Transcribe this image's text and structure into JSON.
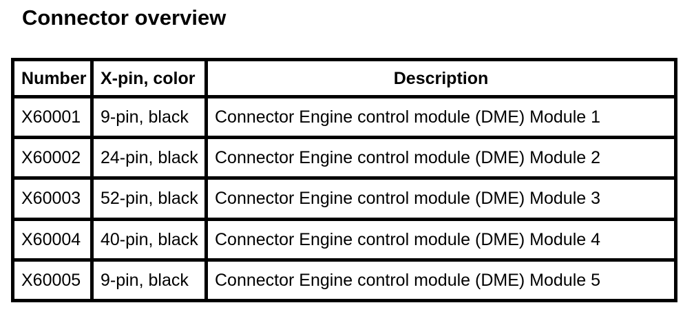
{
  "page": {
    "title": "Connector overview"
  },
  "table": {
    "headers": {
      "number": "Number",
      "xpin_color": "X-pin, color",
      "description": "Description"
    },
    "rows": [
      {
        "number": "X60001",
        "xpin_color": "9-pin, black",
        "description": "Connector Engine control module (DME) Module 1"
      },
      {
        "number": "X60002",
        "xpin_color": "24-pin, black",
        "description": "Connector Engine control module (DME) Module 2"
      },
      {
        "number": "X60003",
        "xpin_color": "52-pin, black",
        "description": "Connector Engine control module (DME) Module 3"
      },
      {
        "number": "X60004",
        "xpin_color": "40-pin, black",
        "description": "Connector Engine control module (DME) Module 4"
      },
      {
        "number": "X60005",
        "xpin_color": "9-pin, black",
        "description": "Connector Engine control module (DME) Module 5"
      }
    ]
  },
  "colors": {
    "text": "#000000",
    "border": "#000000",
    "background": "#ffffff"
  }
}
